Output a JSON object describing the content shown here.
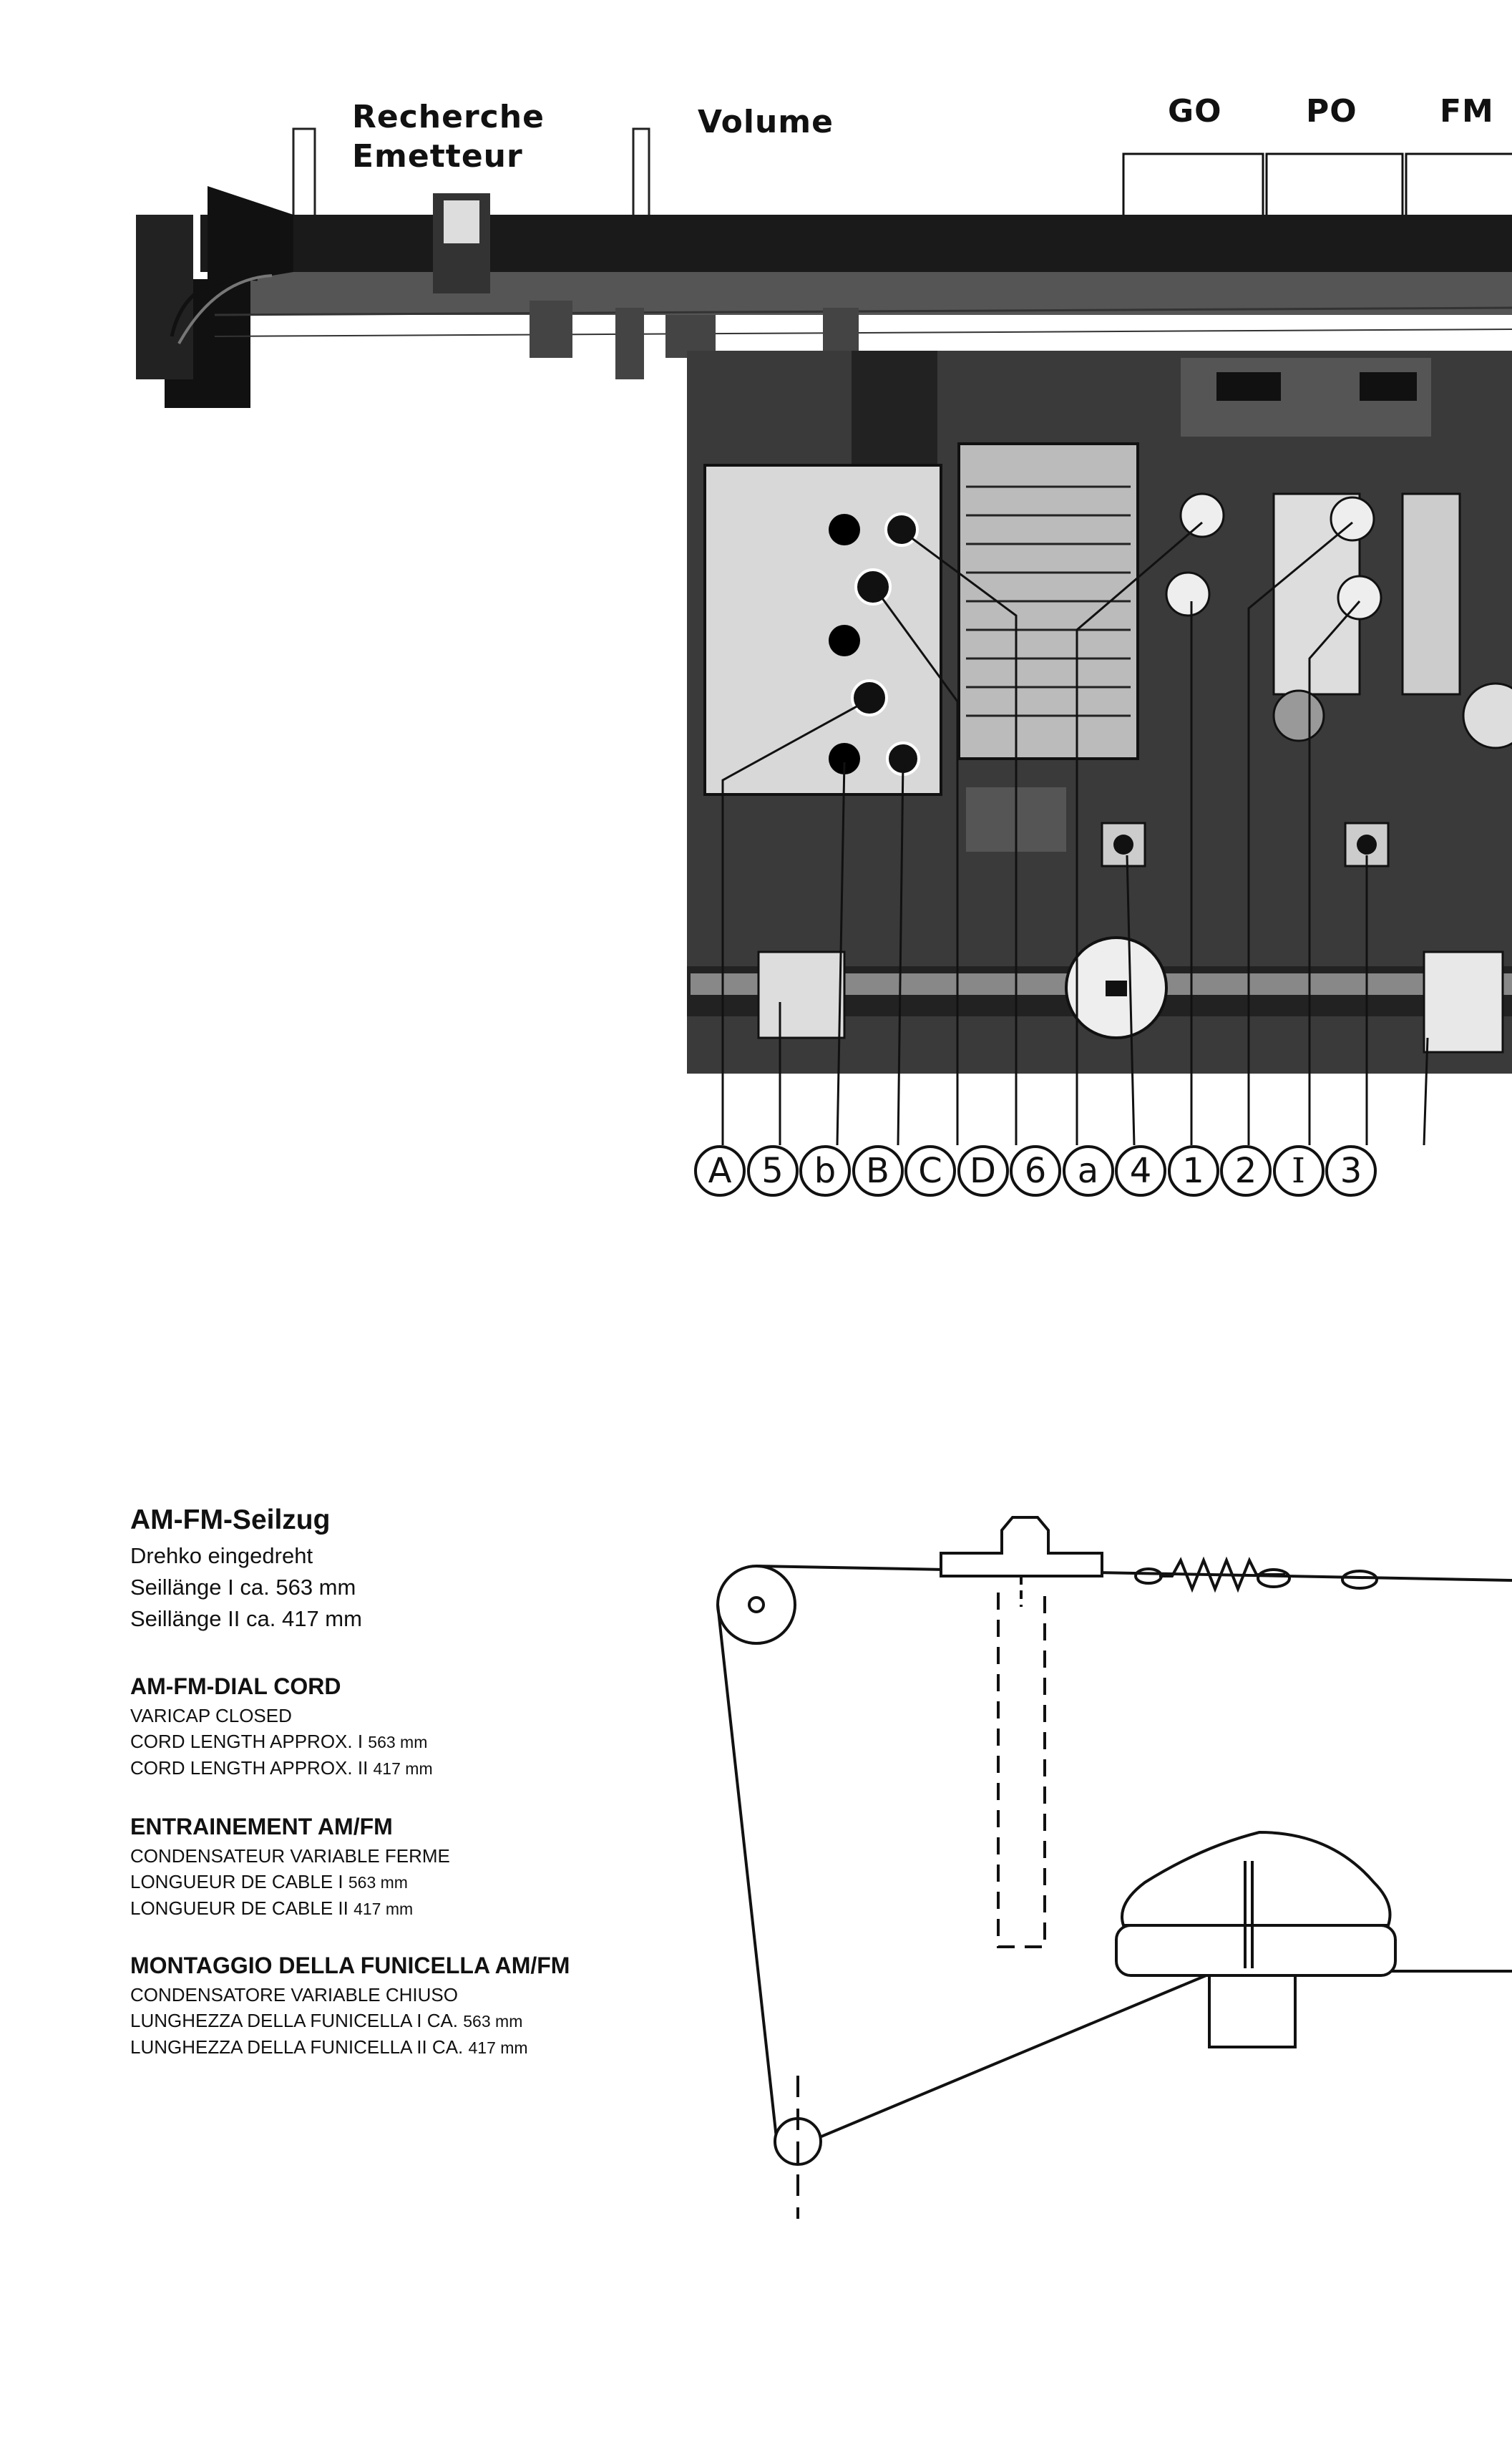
{
  "top_labels": {
    "station_search_line1": "Recherche",
    "station_search_line2": "Emetteur",
    "volume": "Volume",
    "go": "GO",
    "po": "PO",
    "fm": "FM"
  },
  "callouts": [
    "A",
    "5",
    "b",
    "B",
    "C",
    "D",
    "6",
    "a",
    "4",
    "1",
    "2",
    "I",
    "3"
  ],
  "sections": {
    "german": {
      "title": "AM-FM-Seilzug",
      "line1": "Drehko eingedreht",
      "line2": "Seillänge I ca. 563 mm",
      "line3": "Seillänge II ca. 417 mm"
    },
    "english": {
      "title": "AM-FM-DIAL CORD",
      "line1": "VARICAP CLOSED",
      "line2_text": "CORD LENGTH APPROX. I ",
      "line2_num": "563 mm",
      "line3_text": "CORD LENGTH APPROX. II ",
      "line3_num": "417 mm"
    },
    "french": {
      "title": "ENTRAINEMENT AM/FM",
      "line1": "CONDENSATEUR VARIABLE FERME",
      "line2_text": "LONGUEUR DE CABLE I ",
      "line2_num": "563 mm",
      "line3_text": "LONGUEUR DE CABLE II ",
      "line3_num": "417 mm"
    },
    "italian": {
      "title": "MONTAGGIO DELLA FUNICELLA AM/FM",
      "line1": "CONDENSATORE VARIABLE CHIUSO",
      "line2_text": "LUNGHEZZA DELLA FUNICELLA I CA. ",
      "line2_num": "563 mm",
      "line3_text": "LUNGHEZZA DELLA FUNICELLA II CA. ",
      "line3_num": "417 mm"
    }
  }
}
